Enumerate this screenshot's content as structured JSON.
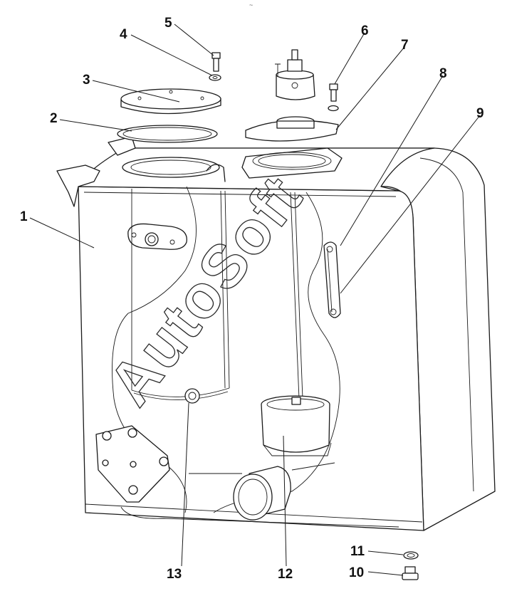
{
  "diagram": {
    "top_mark": "~",
    "watermark": "AutoSoft",
    "callouts": [
      {
        "id": "1",
        "label": "1"
      },
      {
        "id": "2",
        "label": "2"
      },
      {
        "id": "3",
        "label": "3"
      },
      {
        "id": "4",
        "label": "4"
      },
      {
        "id": "5",
        "label": "5"
      },
      {
        "id": "6",
        "label": "6"
      },
      {
        "id": "7",
        "label": "7"
      },
      {
        "id": "8",
        "label": "8"
      },
      {
        "id": "9",
        "label": "9"
      },
      {
        "id": "10",
        "label": "10"
      },
      {
        "id": "11",
        "label": "11"
      },
      {
        "id": "12",
        "label": "12"
      },
      {
        "id": "13",
        "label": "13"
      }
    ],
    "colors": {
      "line": "#1a1a1a",
      "background": "#ffffff"
    }
  }
}
